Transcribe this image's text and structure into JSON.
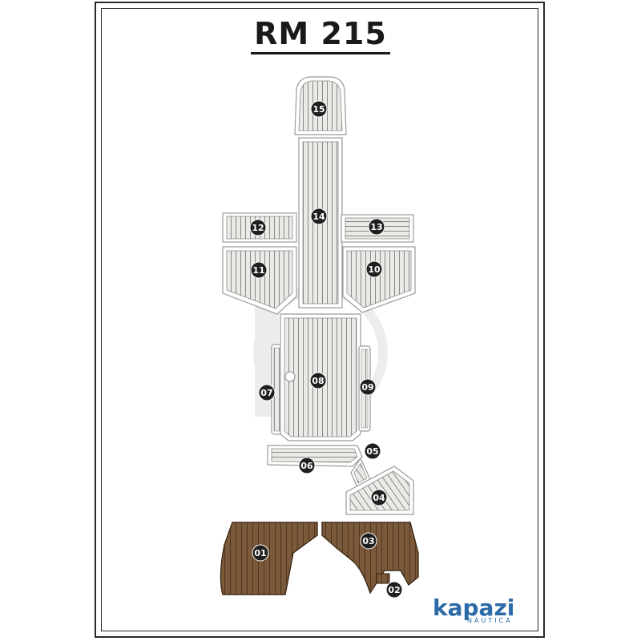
{
  "title": "RM 215",
  "brand": {
    "name": "kapazi",
    "sub": "NÁUTICA"
  },
  "colors": {
    "panel_light": "#eceae6",
    "panel_stroke": "#9a9a9a",
    "panel_brown": "#7a5a3a",
    "badge": "#1f1f1f",
    "brand": "#2c6aa8"
  },
  "panels": [
    {
      "id": "01",
      "label": "01",
      "finish": "brown"
    },
    {
      "id": "02",
      "label": "02",
      "finish": "brown"
    },
    {
      "id": "03",
      "label": "03",
      "finish": "brown"
    },
    {
      "id": "04",
      "label": "04",
      "finish": "light"
    },
    {
      "id": "05",
      "label": "05",
      "finish": "light"
    },
    {
      "id": "06",
      "label": "06",
      "finish": "light"
    },
    {
      "id": "07",
      "label": "07",
      "finish": "light"
    },
    {
      "id": "08",
      "label": "08",
      "finish": "light"
    },
    {
      "id": "09",
      "label": "09",
      "finish": "light"
    },
    {
      "id": "10",
      "label": "10",
      "finish": "light"
    },
    {
      "id": "11",
      "label": "11",
      "finish": "light"
    },
    {
      "id": "12",
      "label": "12",
      "finish": "light"
    },
    {
      "id": "13",
      "label": "13",
      "finish": "light"
    },
    {
      "id": "14",
      "label": "14",
      "finish": "light"
    },
    {
      "id": "15",
      "label": "15",
      "finish": "light"
    }
  ]
}
